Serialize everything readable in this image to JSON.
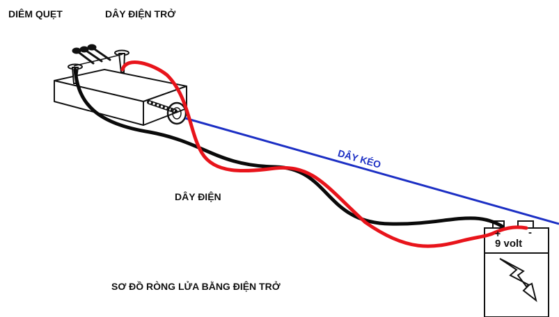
{
  "labels": {
    "matches": "DIÊM QUẸT",
    "resistance_wire": "DÂY ĐIỆN TRỞ",
    "pull_wire": "DÂY KÉO",
    "electric_wire": "DÂY ĐIỆN",
    "battery_plus": "+",
    "battery_minus": "-",
    "battery_voltage": "9 volt",
    "caption": "SƠ ĐỒ RÒNG LỬA BẰNG ĐIỆN TRỞ"
  },
  "colors": {
    "red_wire": "#e8141b",
    "black_wire": "#0a0a0a",
    "pull_wire": "#1c2fc4",
    "outline": "#111111"
  }
}
